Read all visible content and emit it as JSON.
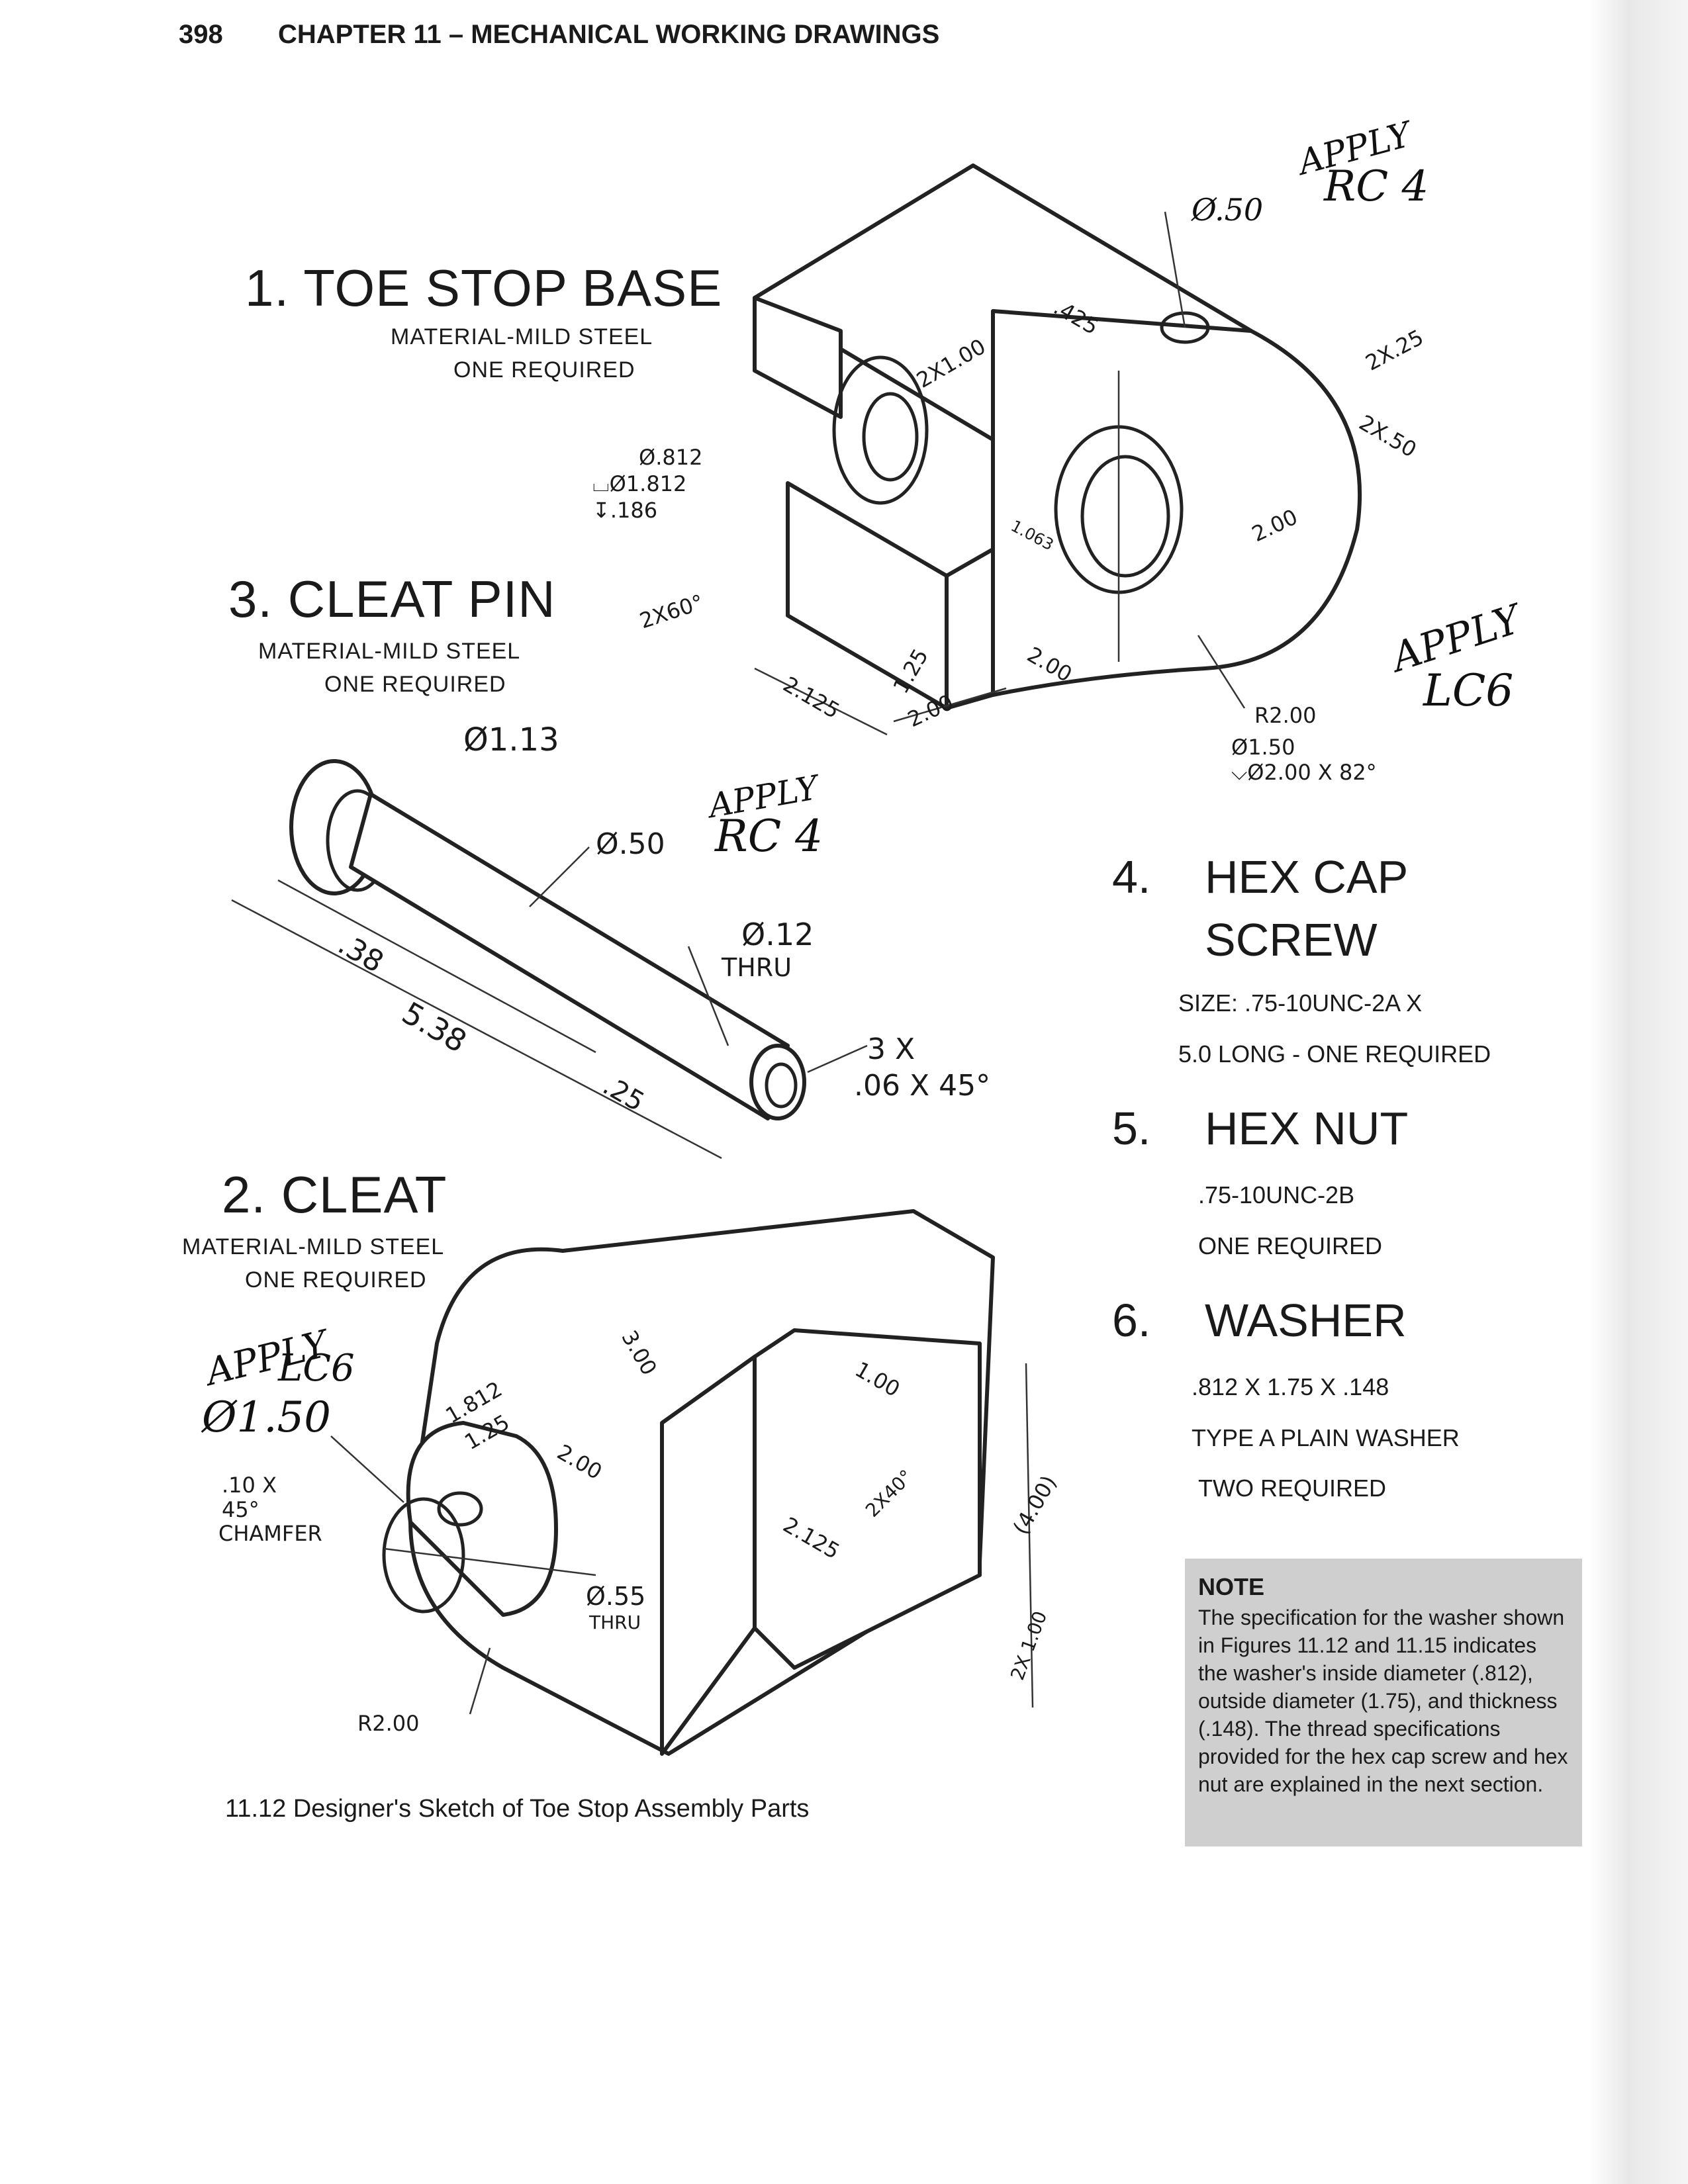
{
  "header": {
    "page_number": "398",
    "chapter_title": "CHAPTER 11 – MECHANICAL WORKING DRAWINGS"
  },
  "part1": {
    "heading": "1. TOE STOP BASE",
    "material": "MATERIAL-MILD STEEL",
    "quantity": "ONE REQUIRED",
    "dims": {
      "hole_dia": "Ø.50",
      "apply": "APPLY",
      "fit": "RC 4",
      "d425": ".425",
      "d2x100": "2X1.00",
      "d2x25": "2X.25",
      "d2x50": "2X.50",
      "cbore_line1": "Ø.812",
      "cbore_line2": "⌴Ø1.812",
      "cbore_line3": "↧.186",
      "d1063": "1.063",
      "d200a": "2.00",
      "d2x60": "2X60°",
      "d2125": "2.125",
      "d125": "1.25",
      "d200b": "2.00",
      "d200c": "2.00",
      "r200": "R2.00",
      "csk_line1": "Ø1.50",
      "csk_line2": "⌵Ø2.00 X 82°",
      "apply2": "APPLY",
      "fit2": "LC6"
    }
  },
  "part3": {
    "heading": "3. CLEAT PIN",
    "material": "MATERIAL-MILD STEEL",
    "quantity": "ONE REQUIRED",
    "dims": {
      "d113": "Ø1.13",
      "d50": "Ø.50",
      "apply": "APPLY",
      "fit": "RC 4",
      "d12": "Ø.12",
      "thru": "THRU",
      "d38": ".38",
      "d538": "5.38",
      "d25": ".25",
      "chamfer1": "3 X",
      "chamfer2": ".06 X 45°"
    }
  },
  "part2": {
    "heading": "2. CLEAT",
    "material": "MATERIAL-MILD STEEL",
    "quantity": "ONE REQUIRED",
    "dims": {
      "apply": "APPLY",
      "fit": "LC6",
      "d150": "Ø1.50",
      "chamfer1": ".10 X",
      "chamfer2": "45°",
      "chamfer3": "CHAMFER",
      "d1812": "1.812",
      "d125": "1.25",
      "d300": "3.00",
      "d100": "1.00",
      "d200": "2.00",
      "d2x40": "2X40°",
      "d2125": "2.125",
      "d400": "(4.00)",
      "d55": "Ø.55",
      "thru": "THRU",
      "d2x100": "2X 1.00",
      "r200": "R2.00"
    }
  },
  "part4": {
    "number": "4.",
    "heading_line1": "HEX CAP",
    "heading_line2": "SCREW",
    "spec_line1": "SIZE: .75-10UNC-2A X",
    "spec_line2": "5.0 LONG - ONE REQUIRED"
  },
  "part5": {
    "number": "5.",
    "heading": "HEX NUT",
    "spec_line1": ".75-10UNC-2B",
    "spec_line2": "ONE REQUIRED"
  },
  "part6": {
    "number": "6.",
    "heading": "WASHER",
    "spec_line1": ".812 X 1.75 X .148",
    "spec_line2": "TYPE A PLAIN WASHER",
    "spec_line3": "TWO REQUIRED"
  },
  "note": {
    "title": "NOTE",
    "text": "The specification for the washer shown in Figures 11.12 and 11.15 indicates the washer's inside diameter (.812), outside diameter (1.75), and thickness (.148). The thread specifications provided for the hex cap screw and hex nut are explained in the next section."
  },
  "caption": "11.12 Designer's Sketch of Toe Stop Assembly Parts"
}
